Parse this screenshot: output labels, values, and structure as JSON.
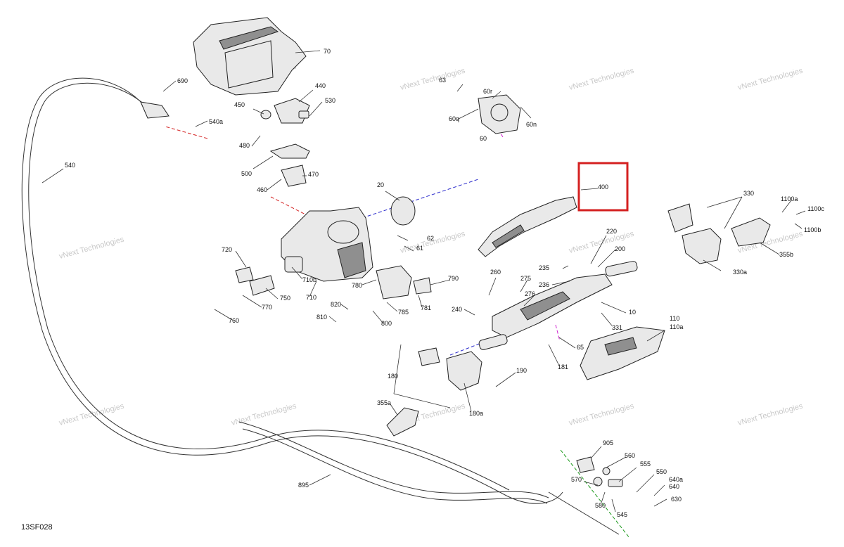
{
  "diagram_code": "13SF028",
  "watermark": "vNext Technologies",
  "highlight_color": "#d42020",
  "axis_colors": {
    "red": "#d42020",
    "blue": "#2a2acc",
    "magenta": "#d020d0",
    "green": "#1a9a1a"
  },
  "highlighted_part": "400",
  "callouts": [
    "70",
    "690",
    "540a",
    "440",
    "450",
    "530",
    "480",
    "500",
    "470",
    "460",
    "540",
    "20",
    "63",
    "60r",
    "60q",
    "60",
    "60n",
    "400",
    "330",
    "1100a",
    "1100c",
    "1100b",
    "330a",
    "355b",
    "220",
    "200",
    "235",
    "236",
    "10",
    "331",
    "275",
    "260",
    "276",
    "240",
    "65",
    "181",
    "62",
    "61",
    "720",
    "710b",
    "710",
    "780",
    "790",
    "781",
    "785",
    "800",
    "750",
    "770",
    "760",
    "820",
    "810",
    "110",
    "110a",
    "180",
    "180a",
    "190",
    "355a",
    "895",
    "905",
    "560",
    "555",
    "550",
    "640a",
    "640",
    "630",
    "570",
    "580",
    "545"
  ]
}
